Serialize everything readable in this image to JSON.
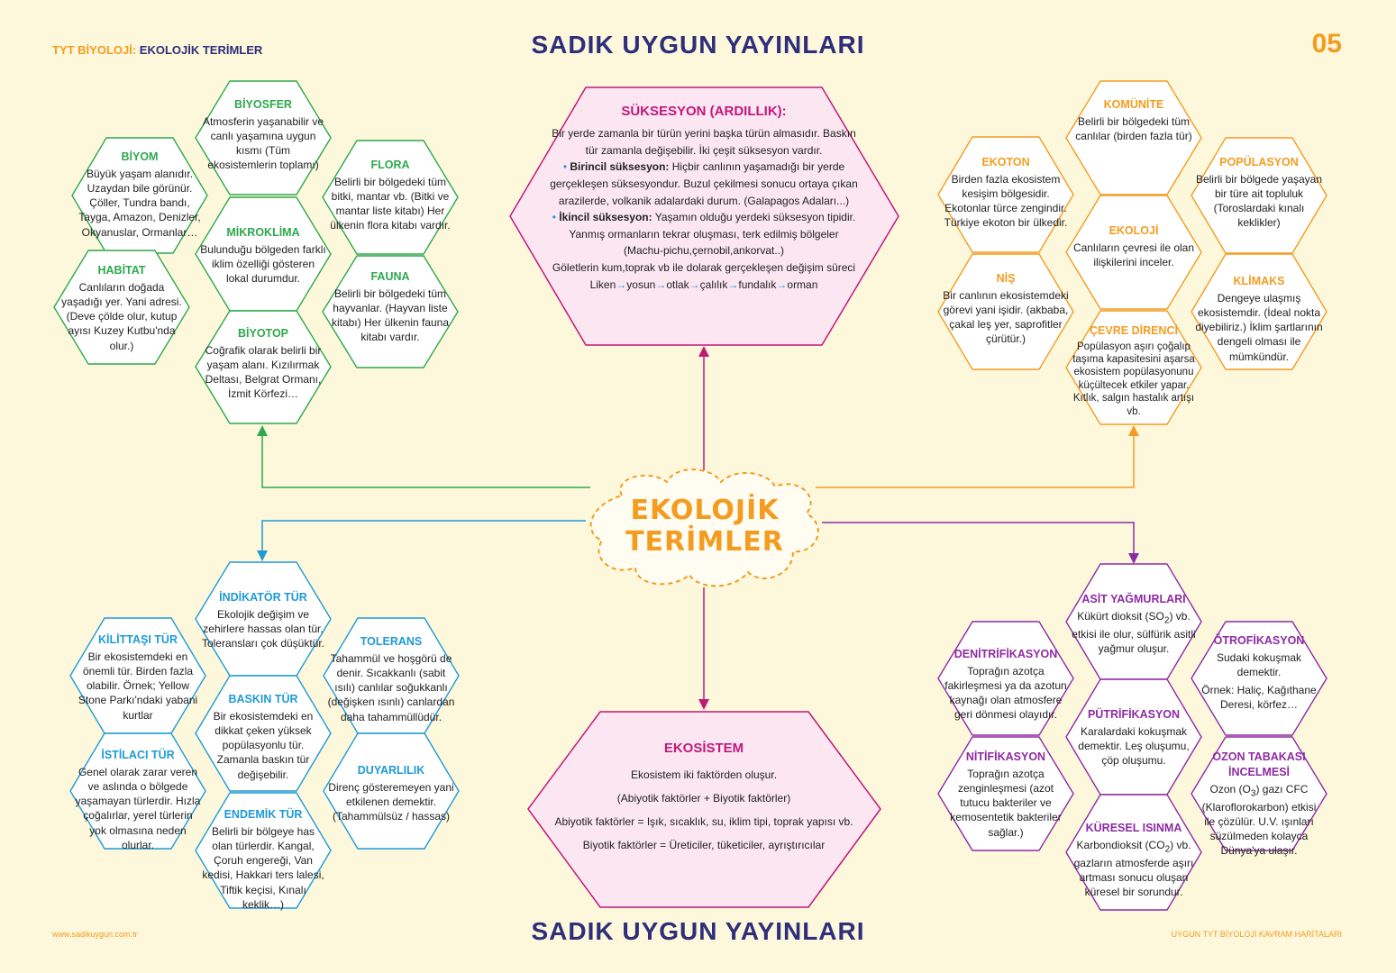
{
  "header": {
    "subject_prefix": "TYT BİYOLOJİ:",
    "subject_title": "EKOLOJİK TERİMLER",
    "publisher": "SADIK UYGUN YAYINLARI",
    "page_number": "05"
  },
  "footer": {
    "website": "www.sadikuygun.com.tr",
    "series": "UYGUN TYT BİYOLOJİ KAVRAM HARİTALARI",
    "publisher": "SADIK UYGUN YAYINLARI"
  },
  "center": {
    "line1": "EKOLOJİK",
    "line2": "TERİMLER"
  },
  "colors": {
    "green": "#2da84d",
    "orange": "#f39c1f",
    "blue": "#1f9ad6",
    "purple": "#8e2aa3",
    "magenta": "#c2187a",
    "navy": "#2e2e7a"
  },
  "green_group": {
    "biyosfer": {
      "title": "BİYOSFER",
      "text": "Atmosferin yaşanabilir ve canlı yaşamına uygun kısmı (Tüm ekosistemlerin toplamı)"
    },
    "biyom": {
      "title": "BİYOM",
      "text": "Büyük yaşam alanıdır. Uzaydan bile görünür. Çöller, Tundra bandı, Tayga, Amazon, Denizler, Okyanuslar, Ormanlar…"
    },
    "flora": {
      "title": "FLORA",
      "text": "Belirli bir bölgedeki tüm bitki, mantar vb. (Bitki ve mantar liste kitabı) Her ülkenin flora kitabı vardır."
    },
    "mikroklima": {
      "title": "MİKROKLİMA",
      "text": "Bulunduğu bölgeden farklı iklim özelliği gösteren lokal durumdur."
    },
    "habitat": {
      "title": "HABİTAT",
      "text": "Canlıların doğada yaşadığı yer. Yani adresi. (Deve çölde olur, kutup ayısı Kuzey Kutbu'nda olur.)"
    },
    "fauna": {
      "title": "FAUNA",
      "text": "Belirli bir bölgedeki tüm hayvanlar. (Hayvan liste kitabı) Her ülkenin fauna kitabı vardır."
    },
    "biyotop": {
      "title": "BİYOTOP",
      "text": "Coğrafik olarak belirli bir yaşam alanı. Kızılırmak Deltası, Belgrat Ormanı, İzmit Körfezi…"
    }
  },
  "suksesyon": {
    "title": "SÜKSESYON (ARDILLIK):",
    "intro": "Bir yerde zamanla bir türün yerini başka türün almasıdır. Baskın tür zamanla değişebilir. İki çeşit süksesyon vardır.",
    "primary_label": "Birincil süksesyon:",
    "primary_text": "Hiçbir canlının yaşamadığı bir yerde gerçekleşen süksesyondur. Buzul çekilmesi sonucu ortaya çıkan arazilerde, volkanik adalardaki durum. (Galapagos Adaları...)",
    "secondary_label": "İkincil süksesyon:",
    "secondary_text": "Yaşamın olduğu yerdeki süksesyon tipidir. Yanmış ormanların tekrar oluşması, terk edilmiş bölgeler (Machu-pichu,çernobil,ankorvat..)",
    "ponds": "Göletlerin kum,toprak vb ile dolarak gerçekleşen değişim süreci",
    "chain": [
      "Liken",
      "yosun",
      "otlak",
      "çalılık",
      "fundalık",
      "orman"
    ]
  },
  "orange_group": {
    "komunite": {
      "title": "KOMÜNİTE",
      "text": "Belirli bir bölgedeki tüm canlılar (birden fazla tür)"
    },
    "ekoton": {
      "title": "EKOTON",
      "text": "Birden fazla ekosistem kesişim bölgesidir. Ekotonlar türce zengindir. Türkiye ekoton bir ülkedir."
    },
    "populasyon": {
      "title": "POPÜLASYON",
      "text": "Belirli bir bölgede yaşayan bir türe ait topluluk (Toroslardaki kınalı keklikler)"
    },
    "ekoloji": {
      "title": "EKOLOJİ",
      "text": "Canlıların çevresi ile olan ilişkilerini inceler."
    },
    "nis": {
      "title": "NİŞ",
      "text": "Bir canlının ekosistemdeki görevi yani işidir. (akbaba, çakal leş yer, saprofitler çürütür.)"
    },
    "klimaks": {
      "title": "KLİMAKS",
      "text": "Dengeye ulaşmış ekosistemdir. (İdeal nokta diyebiliriz.) İklim şartlarının dengeli olması ile mümkündür."
    },
    "cevre_direnci": {
      "title": "ÇEVRE DİRENCİ",
      "text": "Popülasyon aşırı çoğalıp taşıma kapasitesini aşarsa ekosistem popülasyonunu küçültecek etkiler yapar. Kıtlık, salgın hastalık artışı vb."
    }
  },
  "blue_group": {
    "indikator": {
      "title": "İNDİKATÖR TÜR",
      "text": "Ekolojik değişim ve zehirlere hassas olan tür. Toleransları çok düşüktür."
    },
    "kilittasi": {
      "title": "KİLİTTAŞI TÜR",
      "text": "Bir ekosistemdeki en önemli tür. Birden fazla olabilir. Örnek; Yellow Stone Parkı'ndaki yabani kurtlar"
    },
    "tolerans": {
      "title": "TOLERANS",
      "text": "Tahammül ve hoşgörü de denir. Sıcakkanlı (sabit ısılı) canlılar soğukkanlı (değişken ısınlı) canlardan daha tahammüllüdür."
    },
    "baskin": {
      "title": "BASKIN TÜR",
      "text": "Bir ekosistemdeki en dikkat çeken yüksek popülasyonlu tür. Zamanla baskın tür değişebilir."
    },
    "istilaci": {
      "title": "İSTİLACI TÜR",
      "text": "Genel olarak zarar veren ve aslında o bölgede yaşamayan türlerdir. Hızla çoğalırlar, yerel türlerin yok olmasına neden olurlar."
    },
    "duyarlilik": {
      "title": "DUYARLILIK",
      "text": "Direnç gösteremeyen yani etkilenen demektir. (Tahammülsüz / hassas)"
    },
    "endemik": {
      "title": "ENDEMİK TÜR",
      "text": "Belirli bir bölgeye has olan türlerdir. Kangal, Çoruh engereği, Van kedisi, Hakkari ters lalesi, Tiftik keçisi, Kınalı keklik…)"
    }
  },
  "ekosistem": {
    "title": "EKOSİSTEM",
    "line1": "Ekosistem iki faktörden oluşur.",
    "line2": "(Abiyotik faktörler + Biyotik faktörler)",
    "line3": "Abiyotik faktörler = Işık, sıcaklık, su, iklim tipi, toprak yapısı vb.",
    "line4": "Biyotik faktörler = Üreticiler, tüketiciler, ayrıştırıcılar"
  },
  "purple_group": {
    "asit": {
      "title": "ASİT YAĞMURLARI",
      "text_a": "Kükürt dioksit (SO",
      "sub": "2",
      "text_b": ") vb. etkisi ile olur, sülfürik asitli yağmur oluşur."
    },
    "denitrifikasyon": {
      "title": "DENİTRİFİKASYON",
      "text": "Toprağın azotça fakirleşmesi ya da azotun kaynağı olan atmosfere geri dönmesi olayıdır."
    },
    "otrofikasyon": {
      "title": "ÖTROFİKASYON",
      "text1": "Sudaki kokuşmak demektir.",
      "text2": "Örnek: Haliç, Kağıthane Deresi, körfez…"
    },
    "putrifikasyon": {
      "title": "PÜTRİFİKASYON",
      "text": "Karalardaki kokuşmak demektir. Leş oluşumu, çöp oluşumu."
    },
    "nitrifikasyon": {
      "title": "NİTİFİKASYON",
      "text": "Toprağın azotça zenginleşmesi (azot tutucu bakteriler ve kemosentetik bakteriler sağlar.)"
    },
    "ozon": {
      "title": "OZON TABAKASI İNCELMESİ",
      "text_a": "Ozon (O",
      "sub": "3",
      "text_b": ") gazı CFC (Klaroflorokarbon) etkisi ile çözülür. U.V. ışınları süzülmeden kolayca Dünya'ya ulaşır."
    },
    "kuresel": {
      "title": "KÜRESEL ISINMA",
      "text_a": "Karbondioksit (CO",
      "sub": "2",
      "text_b": ") vb. gazların atmosferde aşırı artması sonucu oluşan küresel bir sorundur."
    }
  }
}
